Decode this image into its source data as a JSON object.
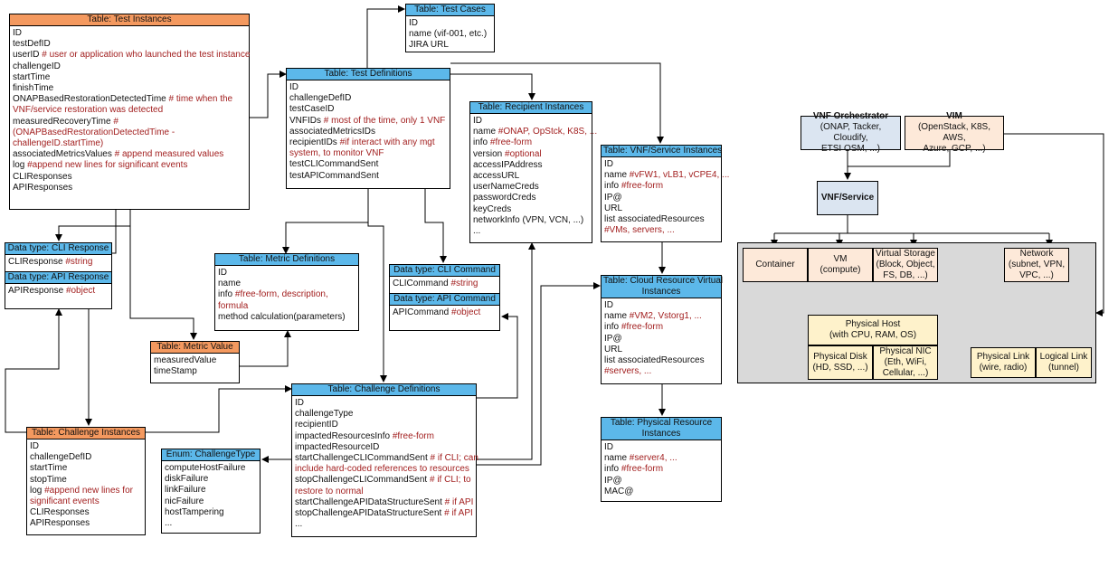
{
  "tables": {
    "test_instances": {
      "title": "Table: Test Instances",
      "lines": [
        {
          "t": "ID",
          "c": ""
        },
        {
          "t": "testDefID",
          "c": ""
        },
        {
          "t": "userID ",
          "c": "# user or application who launched the test instance"
        },
        {
          "t": "challengeID",
          "c": ""
        },
        {
          "t": "startTime",
          "c": ""
        },
        {
          "t": "finishTime",
          "c": ""
        },
        {
          "t": "ONAPBasedRestorationDetectedTime ",
          "c": "# time when the"
        },
        {
          "t": "",
          "c": "VNF/service restoration was detected"
        },
        {
          "t": "measuredRecoveryTime ",
          "c": "#"
        },
        {
          "t": "",
          "c": "(ONAPBasedRestorationDetectedTime -"
        },
        {
          "t": "",
          "c": "challengeID.startTime)"
        },
        {
          "t": "associatedMetricsValues ",
          "c": "# append measured values"
        },
        {
          "t": "log ",
          "c": "#append new lines for significant events"
        },
        {
          "t": "CLIResponses",
          "c": ""
        },
        {
          "t": "APIResponses",
          "c": ""
        }
      ]
    },
    "test_cases": {
      "title": "Table: Test Cases",
      "lines": [
        {
          "t": "ID",
          "c": ""
        },
        {
          "t": "name (vif-001, etc.)",
          "c": ""
        },
        {
          "t": "JIRA URL",
          "c": ""
        }
      ]
    },
    "test_definitions": {
      "title": "Table: Test Definitions",
      "lines": [
        {
          "t": "ID",
          "c": ""
        },
        {
          "t": "challengeDefID",
          "c": ""
        },
        {
          "t": "testCaseID",
          "c": ""
        },
        {
          "t": "VNFIDs ",
          "c": "# most of the time, only 1 VNF"
        },
        {
          "t": "associatedMetricsIDs",
          "c": ""
        },
        {
          "t": "recipientIDs ",
          "c": "#if interact with any mgt"
        },
        {
          "t": "",
          "c": "system, to monitor VNF"
        },
        {
          "t": "testCLICommandSent",
          "c": ""
        },
        {
          "t": "testAPICommandSent",
          "c": ""
        }
      ]
    },
    "recipient_instances": {
      "title": "Table: Recipient Instances",
      "lines": [
        {
          "t": "ID",
          "c": ""
        },
        {
          "t": "name ",
          "c": "#ONAP, OpStck, K8S, ..."
        },
        {
          "t": "info ",
          "c": "#free-form"
        },
        {
          "t": "version ",
          "c": "#optional"
        },
        {
          "t": "accessIPAddress",
          "c": ""
        },
        {
          "t": "accessURL",
          "c": ""
        },
        {
          "t": "userNameCreds",
          "c": ""
        },
        {
          "t": "passwordCreds",
          "c": ""
        },
        {
          "t": "keyCreds",
          "c": ""
        },
        {
          "t": "networkInfo (VPN, VCN, ...)",
          "c": ""
        },
        {
          "t": "...",
          "c": ""
        }
      ]
    },
    "vnf_instances": {
      "title": "Table: VNF/Service Instances",
      "lines": [
        {
          "t": "ID",
          "c": ""
        },
        {
          "t": "name ",
          "c": "#vFW1, vLB1, vCPE4, ..."
        },
        {
          "t": "info ",
          "c": "#free-form"
        },
        {
          "t": "IP@",
          "c": ""
        },
        {
          "t": "URL",
          "c": ""
        },
        {
          "t": "list associatedResources",
          "c": ""
        },
        {
          "t": "",
          "c": "#VMs, servers, ..."
        }
      ]
    },
    "cli_response": {
      "title": "Data type: CLI Response",
      "lines": [
        {
          "t": "CLIResponse ",
          "c": "#string"
        }
      ],
      "title2": "Data type: API Response",
      "lines2": [
        {
          "t": "APIResponse ",
          "c": "#object"
        }
      ]
    },
    "metric_definitions": {
      "title": "Table: Metric Definitions",
      "lines": [
        {
          "t": "ID",
          "c": ""
        },
        {
          "t": "name",
          "c": ""
        },
        {
          "t": "info ",
          "c": "#free-form, description,"
        },
        {
          "t": "",
          "c": "formula"
        },
        {
          "t": "method calculation(parameters)",
          "c": ""
        }
      ]
    },
    "cli_command": {
      "title": "Data type: CLI Command",
      "lines": [
        {
          "t": "CLICommand ",
          "c": "#string"
        }
      ],
      "title2": "Data type: API Command",
      "lines2": [
        {
          "t": "APICommand ",
          "c": "#object"
        }
      ]
    },
    "cloud_resource": {
      "title": "Table: Cloud Resource Virtual Instances",
      "title_l1": "Table: Cloud Resource Virtual",
      "title_l2": "Instances",
      "lines": [
        {
          "t": "ID",
          "c": ""
        },
        {
          "t": "name ",
          "c": "#VM2, Vstorg1, ..."
        },
        {
          "t": "info ",
          "c": "#free-form"
        },
        {
          "t": "IP@",
          "c": ""
        },
        {
          "t": "URL",
          "c": ""
        },
        {
          "t": "list associatedResources",
          "c": ""
        },
        {
          "t": "",
          "c": "#servers, ..."
        }
      ]
    },
    "metric_value": {
      "title": "Table: Metric Value",
      "lines": [
        {
          "t": "measuredValue",
          "c": ""
        },
        {
          "t": "timeStamp",
          "c": ""
        }
      ]
    },
    "challenge_definitions": {
      "title": "Table: Challenge Definitions",
      "lines": [
        {
          "t": "ID",
          "c": ""
        },
        {
          "t": "challengeType",
          "c": ""
        },
        {
          "t": "recipientID",
          "c": ""
        },
        {
          "t": "impactedResourcesInfo ",
          "c": "#free-form"
        },
        {
          "t": "impactedResourceID",
          "c": ""
        },
        {
          "t": "startChallengeCLICommandSent ",
          "c": "# if CLI; can"
        },
        {
          "t": "",
          "c": "include hard-coded references to resources"
        },
        {
          "t": "stopChallengeCLICommandSent ",
          "c": "# if CLI; to"
        },
        {
          "t": "",
          "c": "restore to normal"
        },
        {
          "t": "startChallengeAPIDataStructureSent ",
          "c": "# if API"
        },
        {
          "t": "stopChallengeAPIDataStructureSent ",
          "c": "# if API"
        },
        {
          "t": "...",
          "c": ""
        }
      ]
    },
    "physical_resource": {
      "title_l1": "Table: Physical Resource",
      "title_l2": "Instances",
      "lines": [
        {
          "t": "ID",
          "c": ""
        },
        {
          "t": "name ",
          "c": "#server4, ..."
        },
        {
          "t": "info ",
          "c": "#free-form"
        },
        {
          "t": "IP@",
          "c": ""
        },
        {
          "t": "MAC@",
          "c": ""
        }
      ]
    },
    "challenge_instances": {
      "title": "Table: Challenge Instances",
      "lines": [
        {
          "t": "ID",
          "c": ""
        },
        {
          "t": "challengeDefID",
          "c": ""
        },
        {
          "t": "startTime",
          "c": ""
        },
        {
          "t": "stopTime",
          "c": ""
        },
        {
          "t": "log ",
          "c": "#append new lines for"
        },
        {
          "t": "",
          "c": "significant events"
        },
        {
          "t": "CLIResponses",
          "c": ""
        },
        {
          "t": "APIResponses",
          "c": ""
        }
      ]
    },
    "challenge_type": {
      "title": "Enum: ChallengeType",
      "lines": [
        {
          "t": "computeHostFailure",
          "c": ""
        },
        {
          "t": "diskFailure",
          "c": ""
        },
        {
          "t": "linkFailure",
          "c": ""
        },
        {
          "t": "nicFailure",
          "c": ""
        },
        {
          "t": "hostTampering",
          "c": ""
        },
        {
          "t": "...",
          "c": ""
        }
      ]
    }
  },
  "infra": {
    "vnf_orchestrator": {
      "title": "VNF Orchestrator",
      "l1": "(ONAP, Tacker, Cloudify,",
      "l2": "ETSI OSM, ...)"
    },
    "vim": {
      "title": "VIM",
      "l1": "(OpenStack, K8S, AWS,",
      "l2": "Azure, GCP, ...)"
    },
    "vnf_service": {
      "title": "VNF/Service"
    },
    "container": {
      "l1": "Container"
    },
    "vm": {
      "l1": "VM",
      "l2": "(compute)"
    },
    "virtual_storage": {
      "l1": "Virtual Storage",
      "l2": "(Block, Object,",
      "l3": "FS, DB, ...)"
    },
    "network": {
      "l1": "Network",
      "l2": "(subnet, VPN,",
      "l3": "VPC, ...)"
    },
    "physical_host": {
      "l1": "Physical Host",
      "l2": "(with CPU, RAM, OS)"
    },
    "physical_disk": {
      "l1": "Physical Disk",
      "l2": "(HD, SSD, ...)"
    },
    "physical_nic": {
      "l1": "Physical NIC",
      "l2": "(Eth, WiFi,",
      "l3": "Cellular, ...)"
    },
    "physical_link": {
      "l1": "Physical Link",
      "l2": "(wire, radio)"
    },
    "logical_link": {
      "l1": "Logical Link",
      "l2": "(tunnel)"
    }
  },
  "colors": {
    "table_header_blue": "#5cb8ea",
    "table_header_orange": "#f4995f",
    "comment_red": "#a21f1f",
    "infra_peach": "#fde9d9",
    "infra_light_blue": "#dbe5f1",
    "infra_cream": "#fef2cb",
    "infra_group_gray": "#d9d9d9"
  }
}
